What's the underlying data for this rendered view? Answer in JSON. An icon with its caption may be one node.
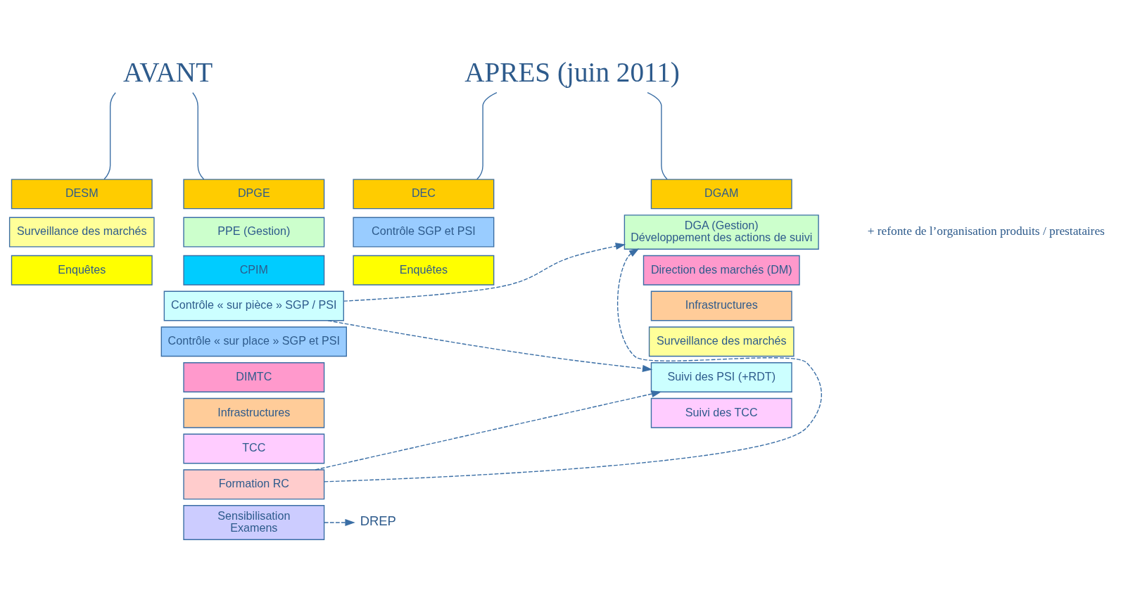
{
  "diagram": {
    "nodes": [
      {
        "text": [
          "AVANT"
        ]
      },
      {
        "text": [
          "DESM"
        ]
      },
      {
        "text": [
          "Surveillance des marchés"
        ]
      },
      {
        "text": [
          "Enquêtes"
        ]
      },
      {
        "text": [
          "DPGE"
        ]
      },
      {
        "text": [
          "PPE (Gestion)"
        ]
      },
      {
        "text": [
          "CPIM"
        ]
      },
      {
        "text": [
          "Contrôle « sur pièce » SGP / PSI"
        ]
      },
      {
        "text": [
          "Contrôle « sur place » SGP et PSI"
        ]
      },
      {
        "text": [
          "DIMTC"
        ]
      },
      {
        "text": [
          "Infrastructures"
        ]
      },
      {
        "text": [
          "TCC"
        ]
      },
      {
        "text": [
          "Formation RC"
        ]
      },
      {
        "text": [
          "Sensibilisation",
          "Examens"
        ]
      },
      {
        "text": [
          "APRES (juin 2011)"
        ]
      },
      {
        "text": [
          "DEC"
        ]
      },
      {
        "text": [
          "Contrôle SGP et PSI"
        ]
      },
      {
        "text": [
          "Enquêtes"
        ]
      },
      {
        "text": [
          "DGAM"
        ]
      },
      {
        "text": [
          "DGA (Gestion)",
          "Développement des actions de suivi"
        ],
        "beside": [
          "+ refonte de l’organisation produits / prestataires"
        ]
      },
      {
        "text": [
          "Direction des marchés (DM)"
        ]
      },
      {
        "text": [
          "Infrastructures"
        ]
      },
      {
        "text": [
          "Surveillance des marchés"
        ]
      },
      {
        "text": [
          "Suivi des PSI (+RDT)"
        ]
      },
      {
        "text": [
          "Suivi des TCC"
        ]
      },
      {
        "text": [
          "DREP"
        ]
      }
    ],
    "edges": [
      {
        "from": 0,
        "to": 1,
        "arrow": "none"
      },
      {
        "from": 0,
        "to": 4,
        "arrow": "none"
      },
      {
        "from": 14,
        "to": 15,
        "arrow": "none"
      },
      {
        "from": 14,
        "to": 18,
        "arrow": "none"
      },
      {
        "from": 7,
        "to": 19,
        "arrow": "to",
        "style": "dashed"
      },
      {
        "from": 7,
        "to": 23,
        "arrow": "to",
        "style": "dashed"
      },
      {
        "from": 12,
        "to": 19,
        "arrow": "to",
        "style": "dashed"
      },
      {
        "from": 12,
        "to": 23,
        "arrow": "to",
        "style": "dashed"
      },
      {
        "from": 13,
        "to": 25,
        "arrow": "to",
        "style": "dashed"
      }
    ]
  }
}
